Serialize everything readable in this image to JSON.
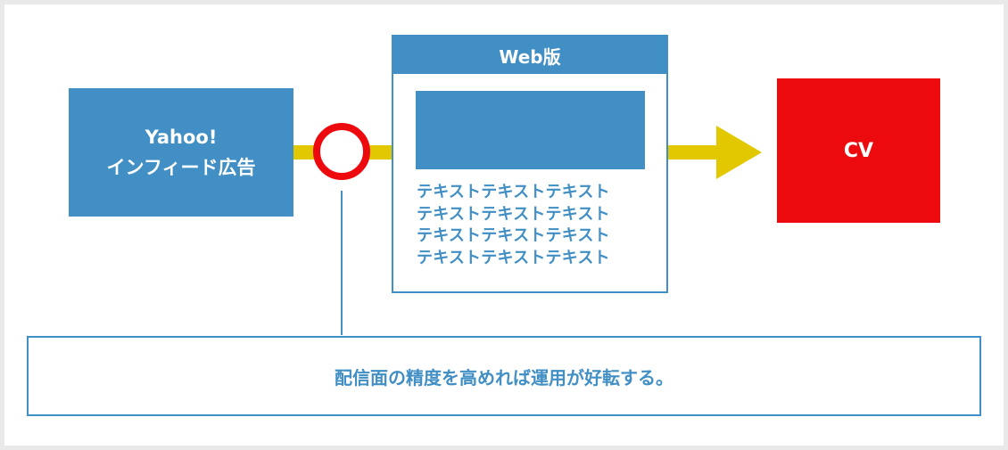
{
  "source": {
    "line1": "Yahoo!",
    "line2": "インフィード広告"
  },
  "web": {
    "title": "Web版",
    "text_lines": [
      "テキストテキストテキスト",
      "テキストテキストテキスト",
      "テキストテキストテキスト",
      "テキストテキストテキスト"
    ]
  },
  "conversion": {
    "label": "CV"
  },
  "note": {
    "text": "配信面の精度を高めれば運用が好転する。"
  },
  "colors": {
    "accent_blue": "#418fc4",
    "connector_yellow": "#e1c800",
    "highlight_red": "#ed0a0f",
    "background": "#ffffff",
    "outer_background": "#e9e9e9"
  },
  "icons": {
    "ring": "circle-marker-icon",
    "arrow": "arrow-right-icon"
  }
}
